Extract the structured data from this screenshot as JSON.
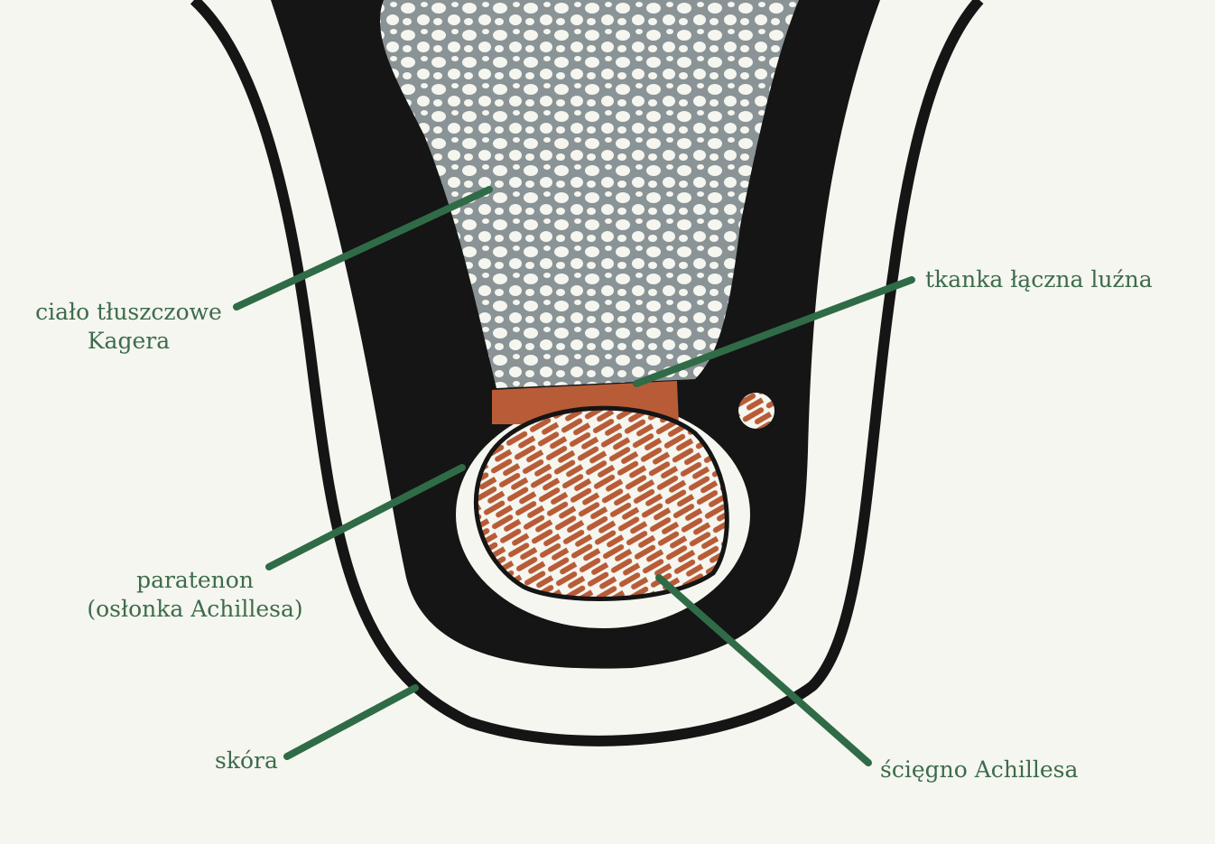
{
  "labels": {
    "kager_line1": "ciało tłuszczowe",
    "kager_line2": "Kagera",
    "loose_tissue": "tkanka łączna luźna",
    "paratenon_line1": "paratenon",
    "paratenon_line2": "(osłonka Achillesa)",
    "skin": "skóra",
    "tendon": "ścięgno Achillesa"
  },
  "colors": {
    "background": "#f5f6ef",
    "outline": "#151515",
    "fat_pad": "#8a9396",
    "tendon": "#b85c38",
    "leader": "#2f6b47",
    "label": "#3d6b4c"
  }
}
